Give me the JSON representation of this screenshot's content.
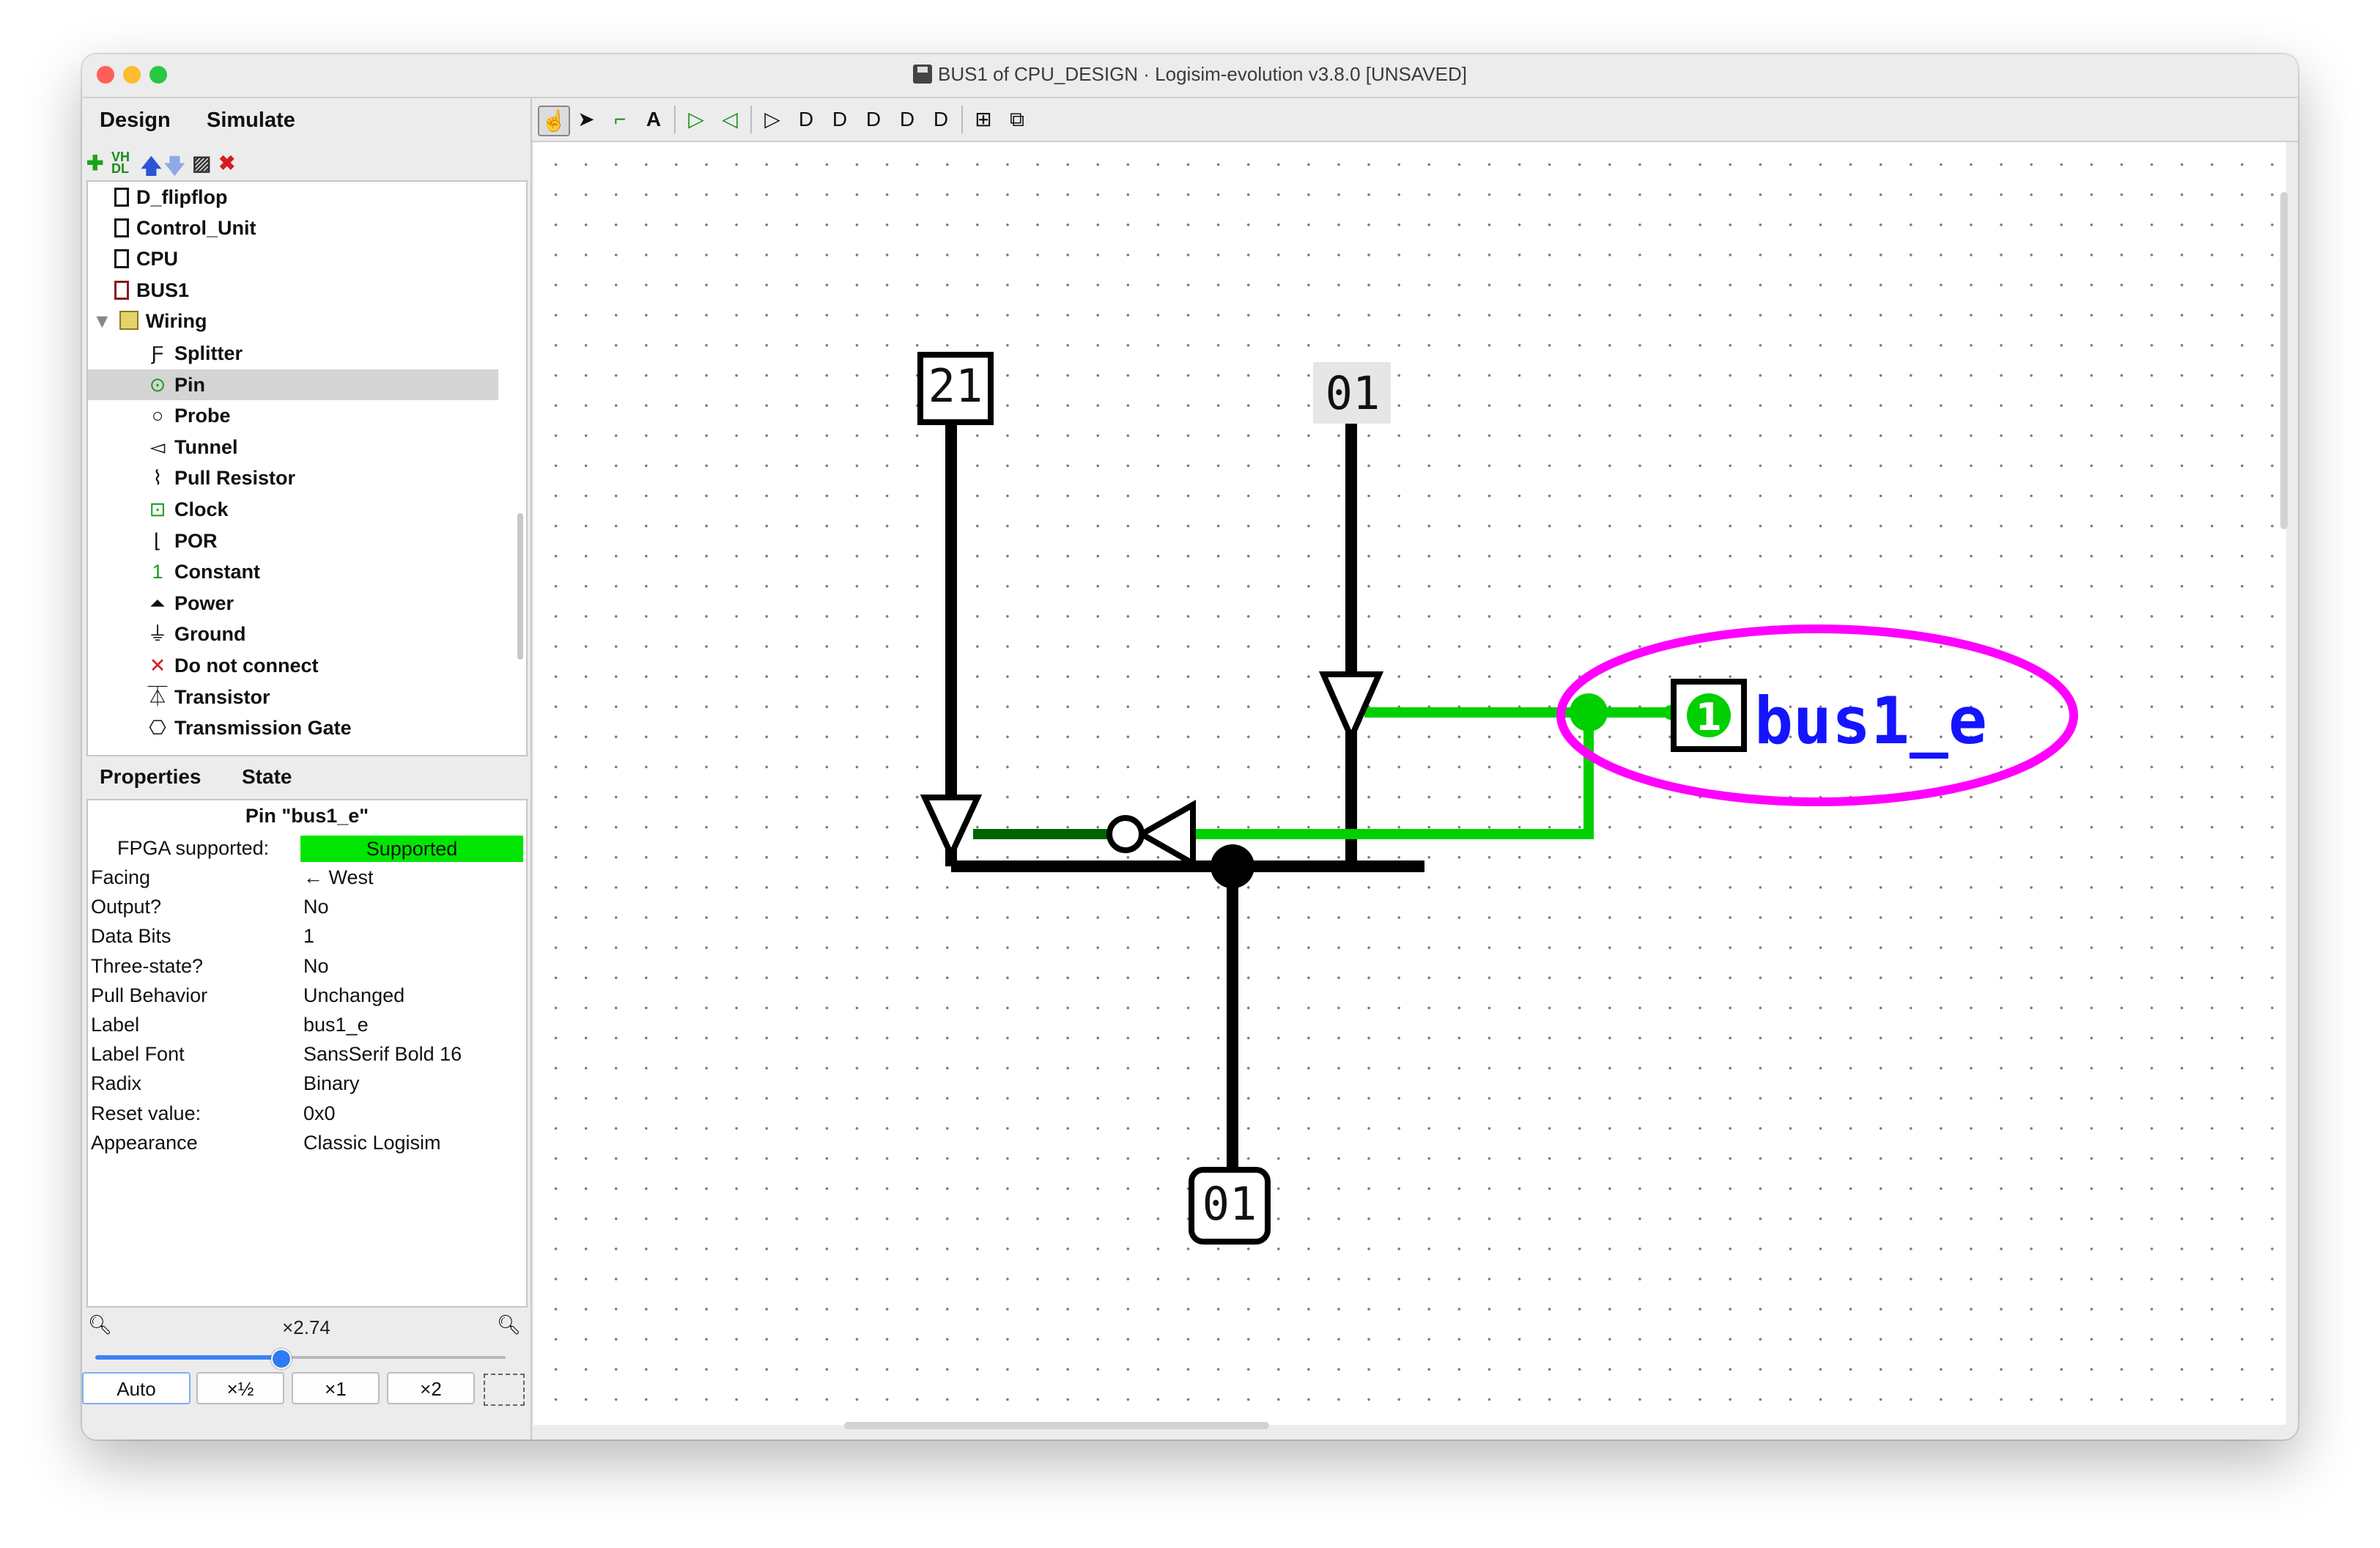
{
  "window": {
    "title": "BUS1 of CPU_DESIGN · Logisim-evolution v3.8.0 [UNSAVED]"
  },
  "left_tabs": {
    "design": "Design",
    "simulate": "Simulate"
  },
  "tree_toolbar": [
    "plus-icon",
    "vhdl-icon",
    "arrow-up-icon",
    "arrow-down-icon",
    "edit-icon",
    "delete-icon"
  ],
  "tree": {
    "circuits": [
      "D_flipflop",
      "Control_Unit",
      "CPU",
      "BUS1"
    ],
    "folder": "Wiring",
    "items": [
      {
        "label": "Splitter",
        "icon": "splitter-icon",
        "glyph": "Ƒ"
      },
      {
        "label": "Pin",
        "icon": "pin-icon",
        "glyph": "⊙",
        "selected": true
      },
      {
        "label": "Probe",
        "icon": "probe-icon",
        "glyph": "○"
      },
      {
        "label": "Tunnel",
        "icon": "tunnel-icon",
        "glyph": "◅"
      },
      {
        "label": "Pull Resistor",
        "icon": "pull-resistor-icon",
        "glyph": "⌇"
      },
      {
        "label": "Clock",
        "icon": "clock-icon",
        "glyph": "⊡"
      },
      {
        "label": "POR",
        "icon": "por-icon",
        "glyph": "⌊"
      },
      {
        "label": "Constant",
        "icon": "constant-icon",
        "glyph": "1"
      },
      {
        "label": "Power",
        "icon": "power-icon",
        "glyph": "⏶"
      },
      {
        "label": "Ground",
        "icon": "ground-icon",
        "glyph": "⏚"
      },
      {
        "label": "Do not connect",
        "icon": "do-not-connect-icon",
        "glyph": "✕"
      },
      {
        "label": "Transistor",
        "icon": "transistor-icon",
        "glyph": "⏄"
      },
      {
        "label": "Transmission Gate",
        "icon": "transmission-gate-icon",
        "glyph": "⎔"
      }
    ]
  },
  "prop_tabs": {
    "properties": "Properties",
    "state": "State"
  },
  "properties": {
    "title": "Pin \"bus1_e\"",
    "fpga_label": "FPGA supported:",
    "fpga_value": "Supported",
    "rows": [
      {
        "k": "Facing",
        "v": "← West"
      },
      {
        "k": "Output?",
        "v": "No"
      },
      {
        "k": "Data Bits",
        "v": "1"
      },
      {
        "k": "Three-state?",
        "v": "No"
      },
      {
        "k": "Pull Behavior",
        "v": "Unchanged"
      },
      {
        "k": "Label",
        "v": "bus1_e"
      },
      {
        "k": "Label Font",
        "v": "SansSerif Bold 16"
      },
      {
        "k": "Radix",
        "v": "Binary"
      },
      {
        "k": "Reset value:",
        "v": "0x0"
      },
      {
        "k": "Appearance",
        "v": "Classic Logisim"
      }
    ]
  },
  "zoom": {
    "label": "×2.74",
    "slider_fraction": 0.45,
    "buttons": [
      "Auto",
      "×½",
      "×1",
      "×2"
    ]
  },
  "colors": {
    "wire_active": "#00d000",
    "wire_dark_green": "#006400",
    "label_blue": "#1414ff",
    "highlight_magenta": "#ff00ff"
  },
  "circuit": {
    "input_pin_a": "21",
    "input_pin_b": "01",
    "output_pin": "01",
    "enable_pin_value": "1",
    "enable_pin_label": "bus1_e"
  }
}
